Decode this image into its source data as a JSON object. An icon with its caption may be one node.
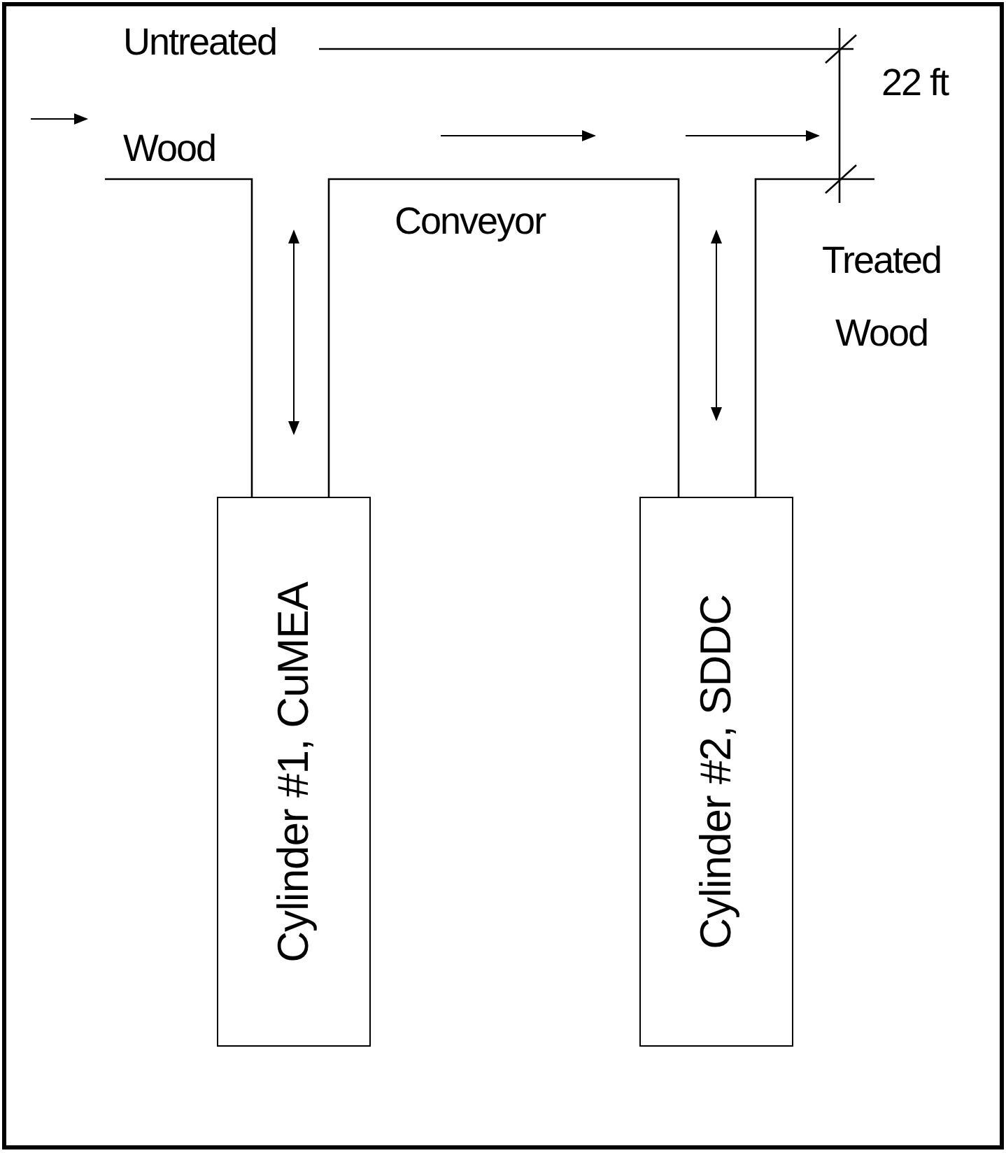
{
  "diagram": {
    "nodes": [
      {
        "text": [
          "Cylinder #1, CuMEA"
        ]
      },
      {
        "text": [
          "Cylinder #2, SDDC"
        ]
      }
    ],
    "labels": [
      "Untreated Wood",
      "Conveyor",
      "Treated Wood",
      "22 ft"
    ]
  }
}
